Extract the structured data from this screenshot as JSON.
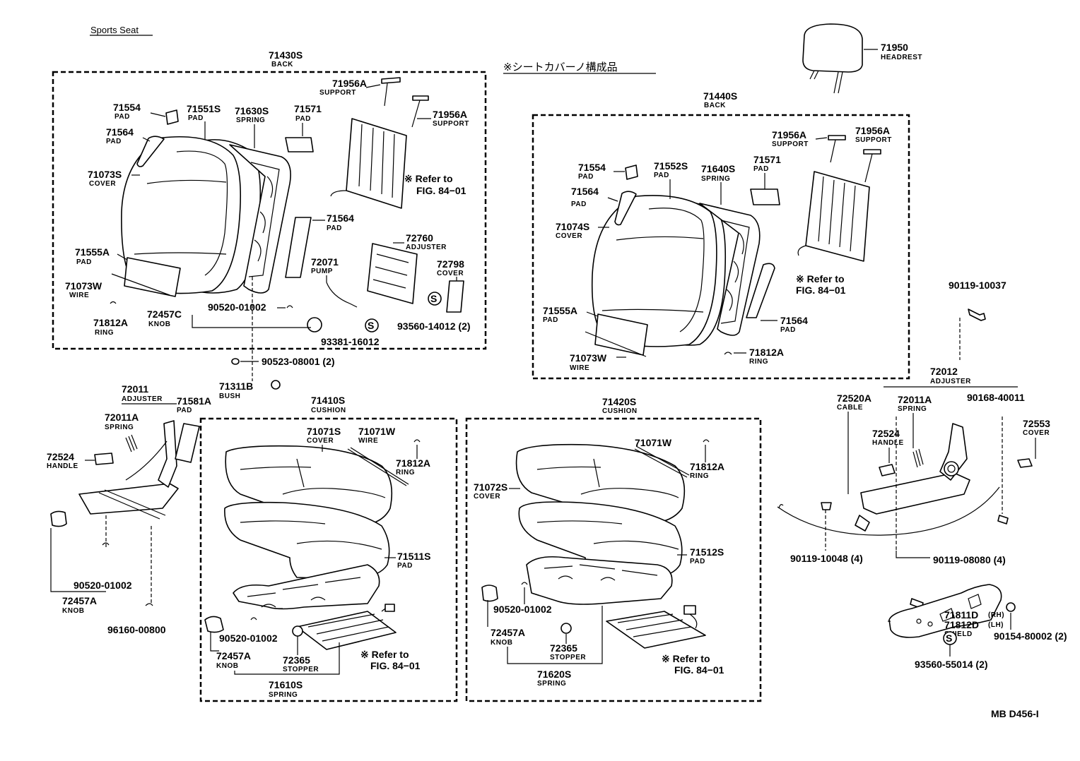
{
  "title": "Sports Seat",
  "note": "※シートカバーノ構成品",
  "footer_code": "MB D456-I",
  "refer_note": "※ Refer to",
  "refer_fig": "FIG. 84−01",
  "parts": {
    "back_left": {
      "no": "71430S",
      "name": "BACK"
    },
    "back_right": {
      "no": "71440S",
      "name": "BACK"
    },
    "cushion_left": {
      "no": "71410S",
      "name": "CUSHION"
    },
    "cushion_right": {
      "no": "71420S",
      "name": "CUSHION"
    },
    "headrest": {
      "no": "71950",
      "name": "HEADREST"
    },
    "p71554_l": {
      "no": "71554",
      "name": "PAD"
    },
    "p71564_l": {
      "no": "71564",
      "name": "PAD"
    },
    "p71073s": {
      "no": "71073S",
      "name": "COVER"
    },
    "p71551s": {
      "no": "71551S",
      "name": "PAD"
    },
    "p71630s": {
      "no": "71630S",
      "name": "SPRING"
    },
    "p71571_l": {
      "no": "71571",
      "name": "PAD"
    },
    "p71956a_l1": {
      "no": "71956A",
      "name": "SUPPORT"
    },
    "p71956a_l2": {
      "no": "71956A",
      "name": "SUPPORT"
    },
    "p71564_l2": {
      "no": "71564",
      "name": "PAD"
    },
    "p72760": {
      "no": "72760",
      "name": "ADJUSTER"
    },
    "p72071": {
      "no": "72071",
      "name": "PUMP"
    },
    "p72798": {
      "no": "72798",
      "name": "COVER"
    },
    "p71555a_l": {
      "no": "71555A",
      "name": "PAD"
    },
    "p71073w_l": {
      "no": "71073W",
      "name": "WIRE"
    },
    "p71812a_l": {
      "no": "71812A",
      "name": "RING"
    },
    "p72457c": {
      "no": "72457C",
      "name": "KNOB"
    },
    "p90520_top": {
      "no": "90520-01002"
    },
    "p93381": {
      "no": "93381-16012"
    },
    "p93560_14012": {
      "no": "93560-14012 (2)"
    },
    "p90523": {
      "no": "90523-08001 (2)"
    },
    "p71311b": {
      "no": "71311B",
      "name": "BUSH"
    },
    "p71554_r": {
      "no": "71554",
      "name": "PAD"
    },
    "p71552s": {
      "no": "71552S",
      "name": "PAD"
    },
    "p71640s": {
      "no": "71640S",
      "name": "SPRING"
    },
    "p71571_r": {
      "no": "71571",
      "name": "PAD"
    },
    "p71956a_r1": {
      "no": "71956A",
      "name": "SUPPORT"
    },
    "p71956a_r2": {
      "no": "71956A",
      "name": "SUPPORT"
    },
    "p71564_r": {
      "no": "71564",
      "name": "PAD"
    },
    "p71074s": {
      "no": "71074S",
      "name": "COVER"
    },
    "p71555a_r": {
      "no": "71555A",
      "name": "PAD"
    },
    "p71073w_r": {
      "no": "71073W",
      "name": "WIRE"
    },
    "p71564_r2": {
      "no": "71564",
      "name": "PAD"
    },
    "p71812a_r": {
      "no": "71812A",
      "name": "RING"
    },
    "p90119_10037": {
      "no": "90119-10037"
    },
    "p72011": {
      "no": "72011",
      "name": "ADJUSTER"
    },
    "p72011a_l": {
      "no": "72011A",
      "name": "SPRING"
    },
    "p71581a": {
      "no": "71581A",
      "name": "PAD"
    },
    "p72524_l": {
      "no": "72524",
      "name": "HANDLE"
    },
    "p90520_l": {
      "no": "90520-01002"
    },
    "p72457a_l": {
      "no": "72457A",
      "name": "KNOB"
    },
    "p96160": {
      "no": "96160-00800"
    },
    "p71071s": {
      "no": "71071S",
      "name": "COVER"
    },
    "p71071w_l": {
      "no": "71071W",
      "name": "WIRE"
    },
    "p71812a_c1": {
      "no": "71812A",
      "name": "RING"
    },
    "p71511s": {
      "no": "71511S",
      "name": "PAD"
    },
    "p90520_c1": {
      "no": "90520-01002"
    },
    "p72457a_c1": {
      "no": "72457A",
      "name": "KNOB"
    },
    "p72365_c1": {
      "no": "72365",
      "name": "STOPPER"
    },
    "p71610s": {
      "no": "71610S",
      "name": "SPRING"
    },
    "p71071w_r": {
      "no": "71071W"
    },
    "p71812a_c2": {
      "no": "71812A",
      "name": "RING"
    },
    "p71072s": {
      "no": "71072S",
      "name": "COVER"
    },
    "p71512s": {
      "no": "71512S",
      "name": "PAD"
    },
    "p90520_c2": {
      "no": "90520-01002"
    },
    "p72457a_c2": {
      "no": "72457A",
      "name": "KNOB"
    },
    "p72365_c2": {
      "no": "72365",
      "name": "STOPPER"
    },
    "p71620s": {
      "no": "71620S",
      "name": "SPRING"
    },
    "p72012": {
      "no": "72012",
      "name": "ADJUSTER"
    },
    "p72520a": {
      "no": "72520A",
      "name": "CABLE"
    },
    "p72011a_r": {
      "no": "72011A",
      "name": "SPRING"
    },
    "p90168": {
      "no": "90168-40011"
    },
    "p72553": {
      "no": "72553",
      "name": "COVER"
    },
    "p72524_r": {
      "no": "72524",
      "name": "HANDLE"
    },
    "p90119_10048": {
      "no": "90119-10048 (4)"
    },
    "p90119_08080": {
      "no": "90119-08080 (4)"
    },
    "p71811d": {
      "no": "71811D",
      "suffix": "(RH)"
    },
    "p71812d": {
      "no": "71812D",
      "suffix": "(LH)",
      "name": "SHIELD"
    },
    "p90154": {
      "no": "90154-80002 (2)"
    },
    "p93560_55014": {
      "no": "93560-55014 (2)"
    }
  }
}
